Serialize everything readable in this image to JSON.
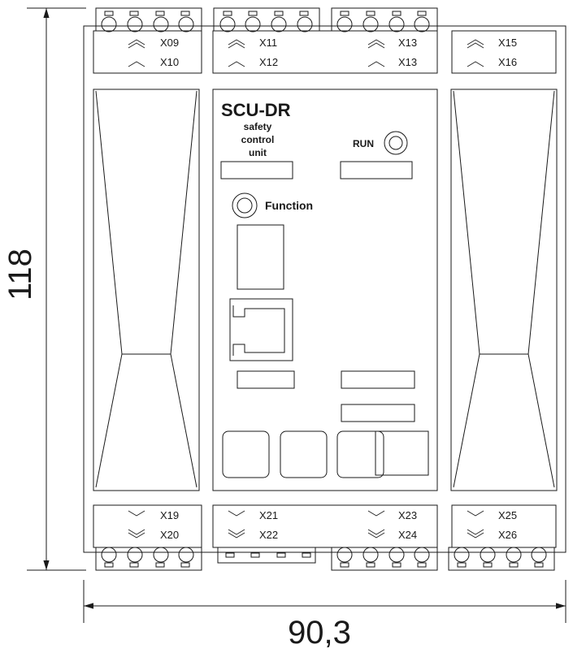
{
  "device": {
    "title": "SCU-DR",
    "subtitle_lines": [
      "safety",
      "control",
      "unit"
    ],
    "run_label": "RUN",
    "function_label": "Function"
  },
  "terminals": {
    "top": {
      "block1": [
        "X09",
        "X10"
      ],
      "block2_left": [
        "X11",
        "X12"
      ],
      "block2_right": [
        "X13",
        "X13"
      ],
      "block3": [
        "X15",
        "X16"
      ]
    },
    "bottom": {
      "block1": [
        "X19",
        "X20"
      ],
      "block2_left": [
        "X21",
        "X22"
      ],
      "block2_right": [
        "X23",
        "X24"
      ],
      "block3": [
        "X25",
        "X26"
      ]
    }
  },
  "dimensions": {
    "height": "118",
    "width": "90,3"
  }
}
